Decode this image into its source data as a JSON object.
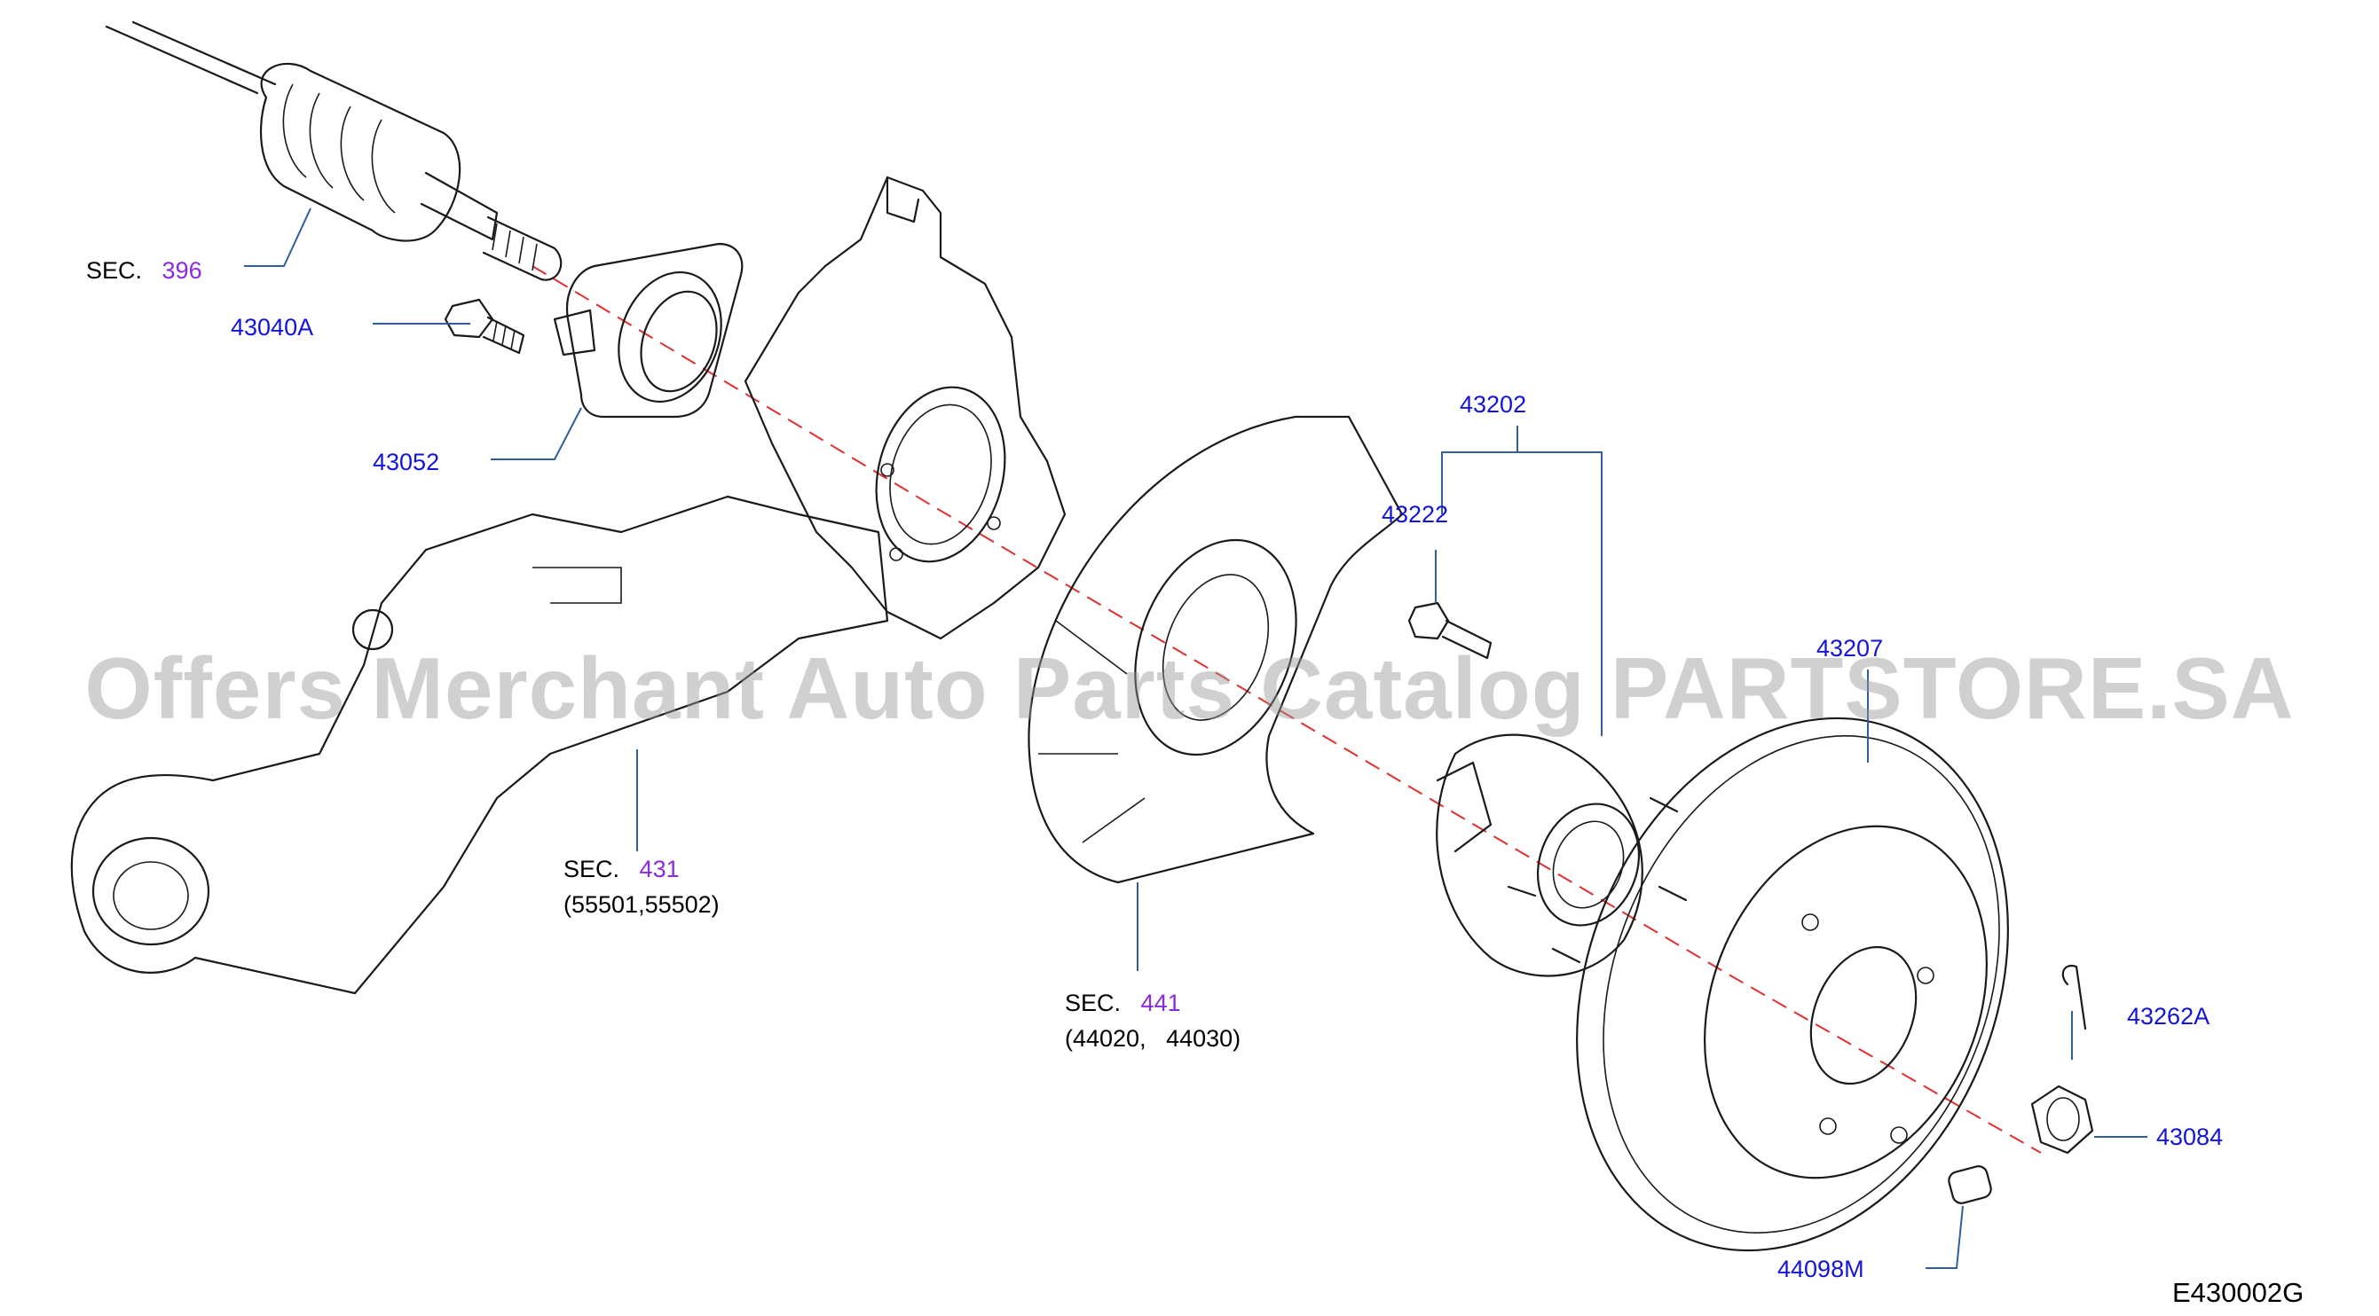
{
  "labels": {
    "sec396": {
      "prefix": "SEC.",
      "number": "396"
    },
    "p43040A": "43040A",
    "p43052": "43052",
    "p43202": "43202",
    "p43222": "43222",
    "p43207": "43207",
    "sec431": {
      "prefix": "SEC.",
      "number": "431",
      "sub": "(55501,55502)"
    },
    "sec441": {
      "prefix": "SEC.",
      "number": "441",
      "sub": "(44020,   44030)"
    },
    "p43262A": "43262A",
    "p43084": "43084",
    "p44098M": "44098M"
  },
  "watermark": "Offers Merchant Auto Parts Catalog PARTSTORE.SA",
  "figure_code": "E430002G",
  "colors": {
    "part_number": "#1414d8",
    "section_ref": "#8a2be2",
    "leader": "#2f5f9e",
    "centerline": "#e03030"
  },
  "icons": [
    "drive-shaft",
    "bolt",
    "bearing-housing",
    "knuckle",
    "suspension-arm",
    "dust-shield",
    "hub-assembly",
    "brake-disc",
    "cotter-pin",
    "hub-nut",
    "cap"
  ]
}
